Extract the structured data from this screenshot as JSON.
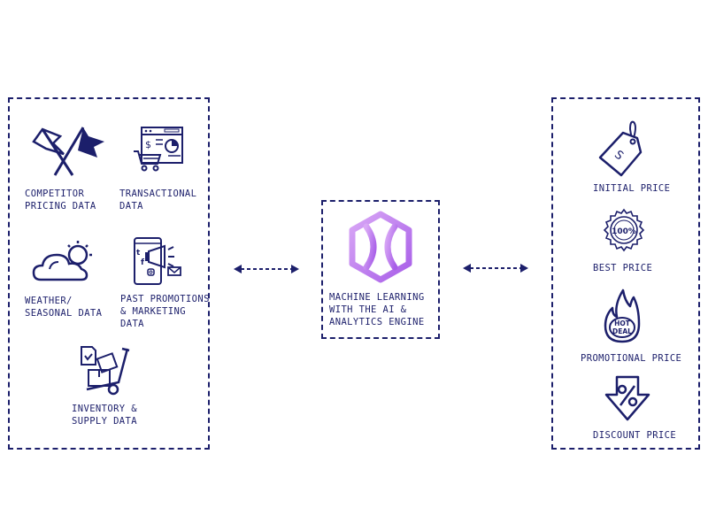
{
  "inputs": {
    "competitor": "COMPETITOR\nPRICING DATA",
    "transactional": "TRANSACTIONAL\nDATA",
    "weather": "WEATHER/\nSEASONAL DATA",
    "promotions": "PAST PROMOTIONS\n& MARKETING\nDATA",
    "inventory": "INVENTORY &\nSUPPLY DATA"
  },
  "engine": {
    "label": "MACHINE LEARNING\nWITH THE AI &\nANALYTICS ENGINE"
  },
  "outputs": {
    "initial": "INITIAL PRICE",
    "best": "BEST PRICE",
    "promotional": "PROMOTIONAL PRICE",
    "discount": "DISCOUNT PRICE"
  },
  "icon_text": {
    "dollar": "$",
    "tag_dollar": "S",
    "best_badge": "100%",
    "hot": "HOT",
    "deal": "DEAL"
  },
  "colors": {
    "navy": "#1c1f6b",
    "engine_purple": "#c07cf0"
  }
}
